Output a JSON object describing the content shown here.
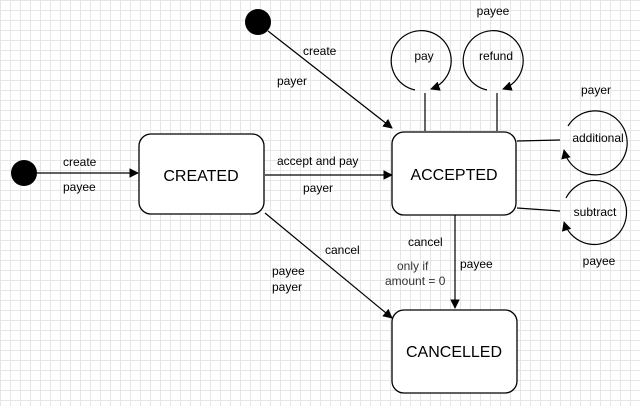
{
  "states": {
    "created": "CREATED",
    "accepted": "ACCEPTED",
    "cancelled": "CANCELLED"
  },
  "transitions": {
    "init_left": {
      "top": "create",
      "bottom": "payee"
    },
    "init_top": {
      "top": "create",
      "bottom": "payer"
    },
    "created_to_accepted": {
      "top": "accept and pay",
      "bottom": "payer"
    },
    "created_to_cancelled": {
      "top": "cancel",
      "bottom_1": "payee",
      "bottom_2": "payer"
    },
    "accepted_to_cancelled": {
      "label": "cancel",
      "guard_1": "only if",
      "guard_2": "amount = 0",
      "actor": "payee"
    },
    "pay": {
      "label": "pay"
    },
    "refund": {
      "label": "refund",
      "actor": "payee"
    },
    "additional": {
      "label": "additional",
      "actor": "payer"
    },
    "subtract": {
      "label": "subtract",
      "actor": "payee"
    }
  },
  "colors": {
    "line": "#000000",
    "grid": "#e6e6e6",
    "background": "#ffffff"
  }
}
